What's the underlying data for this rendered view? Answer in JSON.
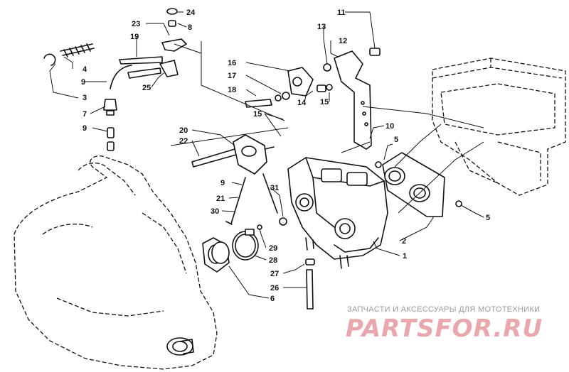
{
  "callouts": {
    "c24": "24",
    "c8": "8",
    "c23": "23",
    "c19": "19",
    "c11": "11",
    "c13": "13",
    "c12": "12",
    "c4": "4",
    "c9a": "9",
    "c3": "3",
    "c7": "7",
    "c9b": "9",
    "c25": "25",
    "c16": "16",
    "c17": "17",
    "c18": "18",
    "c14": "14",
    "c15a": "15",
    "c15b": "15",
    "c10": "10",
    "c20": "20",
    "c22": "22",
    "c5a": "5",
    "c9c": "9",
    "c21": "21",
    "c31": "31",
    "c30": "30",
    "c29": "29",
    "c28": "28",
    "c2": "2",
    "c1": "1",
    "c5b": "5",
    "c27": "27",
    "c26": "26",
    "c6": "6"
  },
  "watermark": {
    "tagline": "ЗАПЧАСТИ И АКСЕССУАРЫ ДЛЯ МОТОТЕХНИКИ",
    "brand": "PARTSFOR.RU"
  }
}
